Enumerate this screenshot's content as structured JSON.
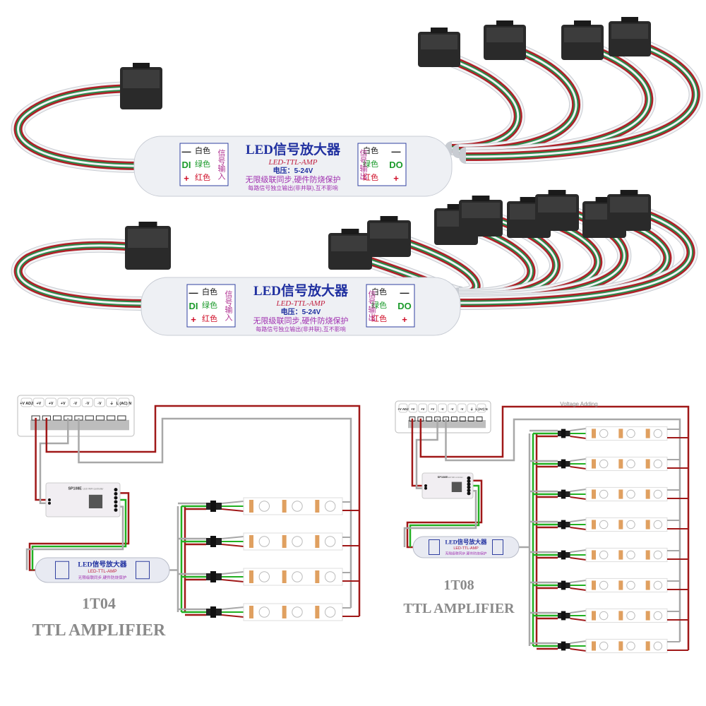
{
  "module_label": {
    "title": "LED信号放大器",
    "subtitle": "LED-TTL-AMP",
    "voltage": "电压：5-24V",
    "line1": "无限级联同步,硬件防烧保护",
    "line2": "每路信号独立输出(非并联),互不影响",
    "in_label": "信号输入",
    "out_label": "信号输出",
    "wires": [
      {
        "sym": "—",
        "name": "白色",
        "color": "#111111"
      },
      {
        "sym": "DI",
        "name": "绿色",
        "color": "#1a9a2a"
      },
      {
        "sym": "+",
        "name": "红色",
        "color": "#d0102a"
      }
    ],
    "out_sym": "DO"
  },
  "psu": {
    "terminals": [
      "+V ADJ",
      "+V",
      "+V",
      "+V",
      "-V",
      "-V",
      "-V",
      "⏚",
      "L (AC) N"
    ]
  },
  "controller": {
    "model": "SP108E",
    "desc": "LED WiFi controller"
  },
  "diagram_left": {
    "model": "1T04",
    "caption": "TTL AMPLIFIER",
    "outputs": 4
  },
  "diagram_right": {
    "model": "1T08",
    "caption": "TTL AMPLIFIER",
    "outputs": 8,
    "note": "Voltage Adding"
  },
  "colors": {
    "red": "#a01818",
    "green": "#22b022",
    "gray": "#a8a8a8",
    "module": "#eef0f4"
  }
}
